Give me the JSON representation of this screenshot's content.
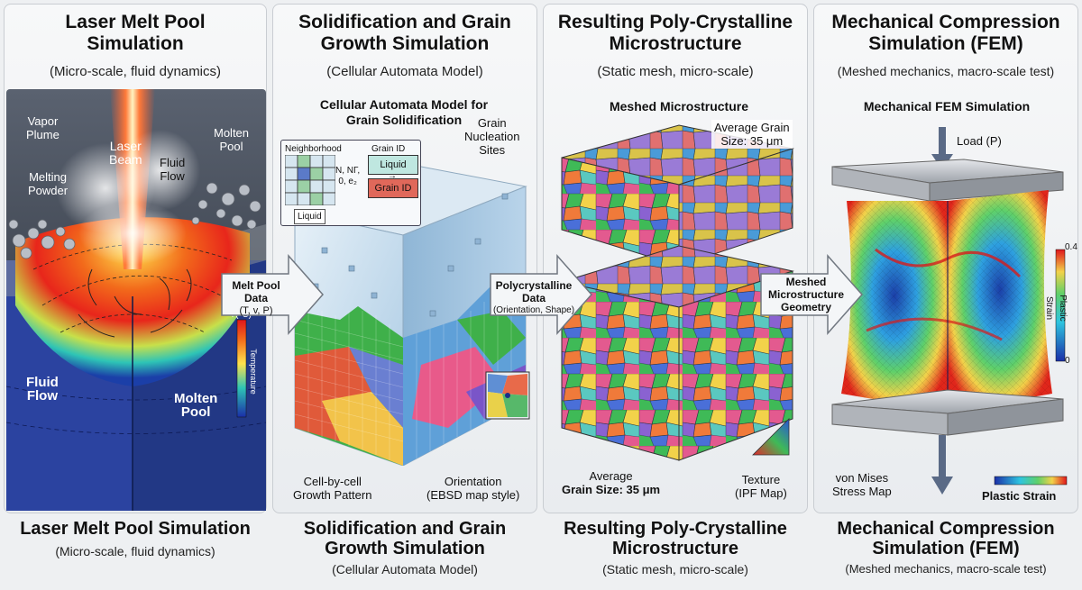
{
  "panels": [
    {
      "title_l1": "Laser Melt Pool",
      "title_l2": "Simulation",
      "subtitle": "(Micro-scale, fluid dynamics)",
      "labels": {
        "vapor_plume_l1": "Vapor",
        "vapor_plume_l2": "Plume",
        "laser_beam_l1": "Laser",
        "laser_beam_l2": "Beam",
        "molten_pool_top_l1": "Molten",
        "molten_pool_top_l2": "Pool",
        "fluid_flow_top_l1": "Fluid",
        "fluid_flow_top_l2": "Flow",
        "melting_powder_l1": "Melting",
        "melting_powder_l2": "Powder",
        "fluid_flow_bottom_l1": "Fluid",
        "fluid_flow_bottom_l2": "Flow",
        "molten_pool_bottom_l1": "Molten",
        "molten_pool_bottom_l2": "Pool",
        "temp_unit": "T(°C)",
        "temp_axis": "Temperature"
      }
    },
    {
      "title_l1": "Solidification and Grain",
      "title_l2": "Growth Simulation",
      "subtitle": "(Cellular Automata Model)",
      "labels": {
        "ca_title_l1": "Cellular Automata Model for",
        "ca_title_l2": "Grain Solidification",
        "nucleation_l1": "Grain",
        "nucleation_l2": "Nucleation",
        "nucleation_l3": "Sites",
        "neighborhood": "Neighborhood",
        "grain_id_header": "Grain ID",
        "liquid_box": "Liquid",
        "grain_id_box": "Grain ID",
        "rule_l1": "N, NΓ,",
        "rule_l2": "0, e₂",
        "liquid_tag": "Liquid",
        "cell_growth_l1": "Cell-by-cell",
        "cell_growth_l2": "Growth Pattern",
        "orientation_l1": "Orientation",
        "orientation_l2": "(EBSD map style)"
      }
    },
    {
      "title_l1": "Resulting Poly-Crystalline",
      "title_l2": "Microstructure",
      "subtitle": "(Static mesh, micro-scale)",
      "labels": {
        "meshed_title": "Meshed Microstructure",
        "avg_top_l1": "Average Grain",
        "avg_top_l2": "Size: 35 μm",
        "avg_bottom_l1": "Average",
        "avg_bottom_l2": "Grain Size: 35 μm",
        "texture_l1": "Texture",
        "texture_l2": "(IPF Map)"
      }
    },
    {
      "title_l1": "Mechanical Compression",
      "title_l2": "Simulation (FEM)",
      "subtitle": "(Meshed mechanics, macro-scale test)",
      "labels": {
        "fem_title": "Mechanical FEM Simulation",
        "load": "Load (P)",
        "scale_max": "0.4",
        "scale_min": "0",
        "scale_axis": "Plastic Strain",
        "von_mises_l1": "von Mises",
        "von_mises_l2": "Stress Map",
        "plastic_strain": "Plastic Strain"
      }
    }
  ],
  "arrows": [
    {
      "title_l1": "Melt Pool",
      "title_l2": "Data",
      "sub": "(T, v, P)"
    },
    {
      "title_l1": "Polycrystalline",
      "title_l2": "Data",
      "sub": "(Orientation, Shape)"
    },
    {
      "title_l1": "Meshed",
      "title_l2": "Microstructure",
      "title_l3": "Geometry"
    }
  ],
  "captions": [
    {
      "title_l1": "Laser Melt Pool Simulation",
      "title_l2": "",
      "sub": "(Micro-scale, fluid dynamics)"
    },
    {
      "title_l1": "Solidification and Grain",
      "title_l2": "Growth Simulation",
      "sub": "(Cellular Automata Model)"
    },
    {
      "title_l1": "Resulting Poly-Crystalline",
      "title_l2": "Microstructure",
      "sub": "(Static mesh, micro-scale)"
    },
    {
      "title_l1": "Mechanical Compression",
      "title_l2": "Simulation (FEM)",
      "sub": "(Meshed mechanics, macro-scale test)"
    }
  ],
  "colors": {
    "hot": "#ffe14d",
    "melt": "#f26a1b",
    "cold": "#1b3fa8",
    "ice": "#cfe3f2",
    "steel": "#b8bcc2"
  }
}
